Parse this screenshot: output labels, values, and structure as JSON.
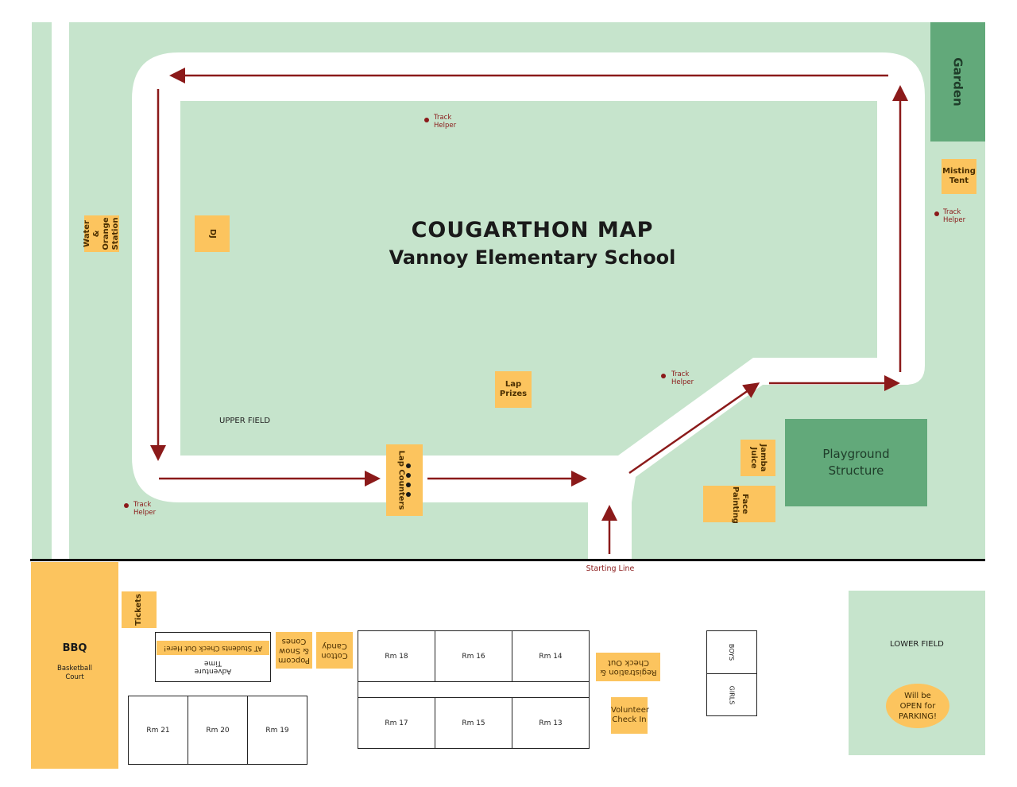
{
  "title": "COUGARTHON MAP",
  "subtitle": "Vannoy Elementary School",
  "areas": {
    "upper_field": "UPPER FIELD",
    "lower_field": "LOWER FIELD",
    "garden": "Garden",
    "playground": "Playground Structure",
    "bbq": "BBQ",
    "basketball": "Basketball Court",
    "starting_line": "Starting Line",
    "parking": "Will be OPEN for PARKING!"
  },
  "stations": {
    "water": "Water & Orange Station",
    "dj": "DJ",
    "misting": "Misting Tent",
    "lap_prizes": "Lap Prizes",
    "lap_counters": "Lap Counters",
    "jamba": "Jamba Juice",
    "face": "Face Painting",
    "tickets": "Tickets",
    "adventure": "Adventure Time",
    "at_checkout": "AT Students Check Out Here!",
    "popcorn": "Popcorn & Snow Cones",
    "cotton": "Cotton Candy",
    "registration": "Registration & Check Out",
    "volunteer": "Volunteer Check In"
  },
  "helpers": [
    "Track Helper",
    "Track Helper",
    "Track Helper",
    "Track Helper"
  ],
  "rooms": [
    "Rm 18",
    "Rm 16",
    "Rm 14",
    "Rm 17",
    "Rm 15",
    "Rm 13",
    "Rm 21",
    "Rm 20",
    "Rm 19"
  ],
  "restrooms": [
    "BOYS",
    "GIRLS"
  ],
  "colors": {
    "field": "#c6e4cc",
    "dark_green": "#62a97a",
    "station": "#fcc45e",
    "arrow": "#8b1a1a"
  }
}
